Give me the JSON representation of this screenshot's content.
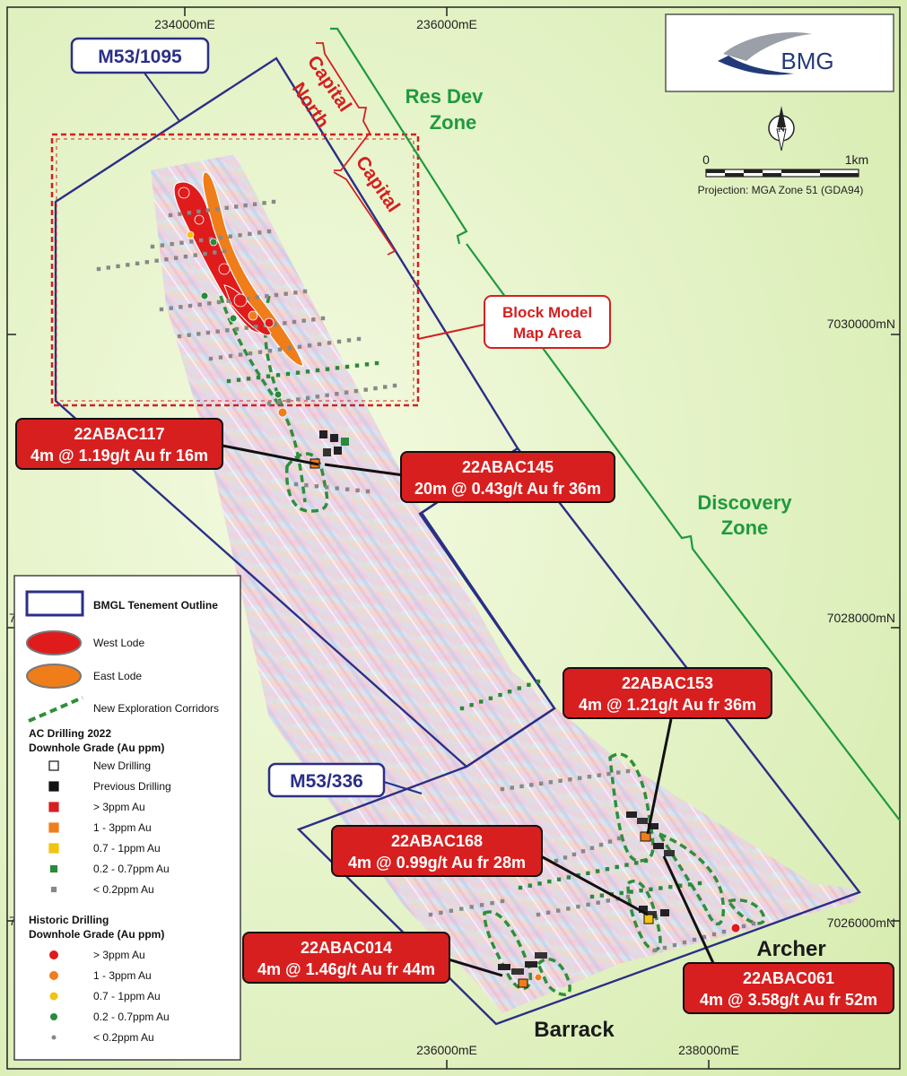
{
  "grid": {
    "easting_labels": {
      "top_234": "234000mE",
      "top_236": "236000mE",
      "bottom_236": "236000mE",
      "bottom_238": "238000mE"
    },
    "northing_labels": {
      "n_7030": "7030000mN",
      "n_7028": "7028000mN",
      "n_7026": "7026000mN"
    },
    "edge_marks": [
      "7",
      "7"
    ]
  },
  "logo": {
    "text": "BMG"
  },
  "north_arrow": {
    "letter": "N"
  },
  "scale_bar": {
    "start": "0",
    "end": "1km",
    "projection": "Projection: MGA Zone 51 (GDA94)"
  },
  "tenements": {
    "north": "M53/1095",
    "south": "M53/336"
  },
  "zones": {
    "capital_north_line1": "Capital",
    "capital_north_line2": "North",
    "capital": "Capital",
    "res_dev_line1": "Res Dev",
    "res_dev_line2": "Zone",
    "discovery_line1": "Discovery",
    "discovery_line2": "Zone"
  },
  "block_model": {
    "line1": "Block Model",
    "line2": "Map Area"
  },
  "callouts": [
    {
      "id": "22ABAC117",
      "result": "4m @ 1.19g/t Au fr 16m"
    },
    {
      "id": "22ABAC145",
      "result": "20m @ 0.43g/t Au fr 36m"
    },
    {
      "id": "22ABAC153",
      "result": "4m @ 1.21g/t Au fr 36m"
    },
    {
      "id": "22ABAC168",
      "result": "4m @ 0.99g/t Au fr 28m"
    },
    {
      "id": "22ABAC014",
      "result": "4m @ 1.46g/t Au fr 44m"
    },
    {
      "id": "22ABAC061",
      "result": "4m @ 3.58g/t Au fr 52m"
    }
  ],
  "prospects": {
    "archer": "Archer",
    "barrack": "Barrack"
  },
  "legend": {
    "tenement_outline": "BMGL Tenement Outline",
    "west_lode": "West Lode",
    "east_lode": "East Lode",
    "corridors": "New Exploration Corridors",
    "ac_title_1": "AC Drilling 2022",
    "ac_title_2": "Downhole Grade (Au ppm)",
    "ac_items": [
      "New Drilling",
      "Previous Drilling",
      "> 3ppm Au",
      "1 - 3ppm Au",
      "0.7 - 1ppm Au",
      "0.2 - 0.7ppm Au",
      "< 0.2ppm Au"
    ],
    "hist_title_1": "Historic Drilling",
    "hist_title_2": "Downhole Grade (Au ppm)",
    "hist_items": [
      "> 3ppm Au",
      "1 - 3ppm Au",
      "0.7 - 1ppm Au",
      "0.2 - 0.7ppm Au",
      "< 0.2ppm Au"
    ]
  },
  "colors": {
    "background": "#e6f3c6",
    "tenement": "#2b2f86",
    "red_callout": "#d81f1f",
    "zone_green": "#1e9a3e",
    "capital_red": "#d42020",
    "corridor": "#2f8f3a",
    "west_lode": "#e01b1b",
    "east_lode": "#ef7d1a"
  }
}
